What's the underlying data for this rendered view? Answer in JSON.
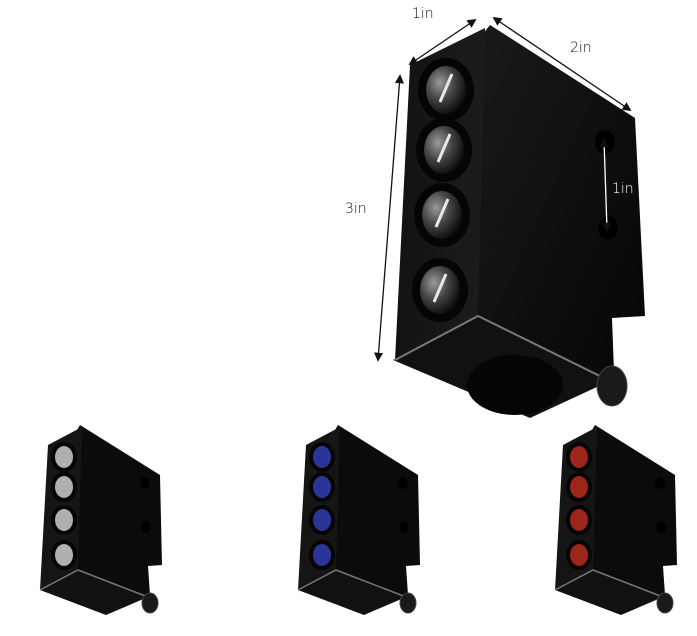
{
  "dimensions": {
    "depth": "1in",
    "width": "2in",
    "height": "3in",
    "hole_spacing": "1in"
  },
  "variants": [
    {
      "led_color": "#e8e8e8"
    },
    {
      "led_color": "#3a46c8"
    },
    {
      "led_color": "#d03020"
    }
  ],
  "colors": {
    "body": "#0b0b0b",
    "body_edge": "#6a6a6a",
    "dimension_line": "#111111"
  }
}
